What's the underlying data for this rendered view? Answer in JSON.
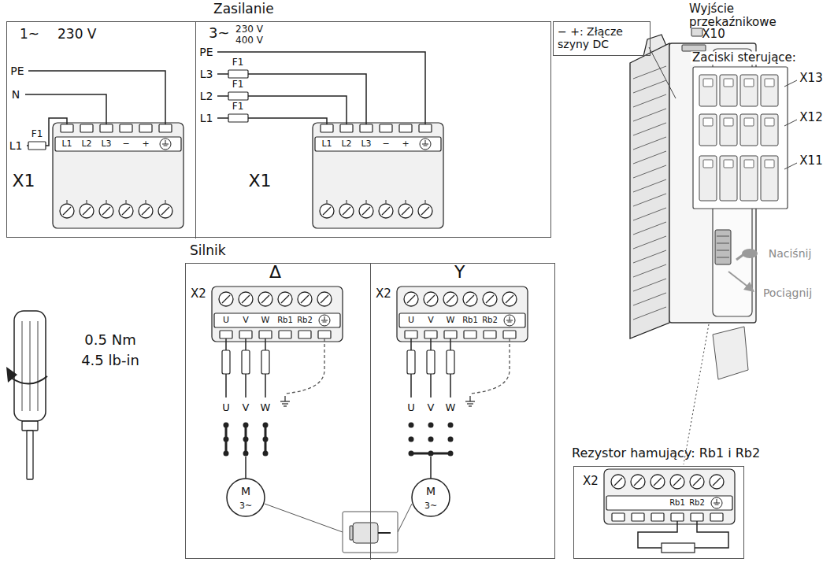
{
  "diagram": {
    "nodes": [
      {
        "text": [
          "Zasilanie"
        ]
      },
      {
        "text": [
          "1~",
          "230 V"
        ],
        "in": 0
      },
      {
        "text": [
          "3~",
          "230 V 400 V"
        ],
        "in": 0
      },
      {
        "text": [
          "− +: Złącze szyny DC"
        ]
      },
      {
        "text": [
          "Silnik"
        ]
      },
      {
        "text": [
          "Δ"
        ],
        "in": 4
      },
      {
        "text": [
          "Y"
        ],
        "in": 4
      },
      {
        "text": [
          "Rezystor hamujący: Rb1 i Rb2"
        ]
      }
    ],
    "labels": [
      "Wyjście przekaźnikowe",
      "X10",
      "Zaciski sterujące:",
      "X13",
      "X12",
      "X11",
      "Naciśnij",
      "Pociągnij",
      "0.5 Nm",
      "4.5 lb-in",
      "PE",
      "N",
      "L1",
      "F1",
      "X1",
      "L1",
      "L2",
      "L3",
      "−",
      "+",
      "PE",
      "L3",
      "F1",
      "L2",
      "F1",
      "L1",
      "F1",
      "X1",
      "L1",
      "L2",
      "L3",
      "−",
      "+",
      "X2",
      "U",
      "V",
      "W",
      "Rb1",
      "Rb2",
      "U",
      "V",
      "W",
      "M",
      "3~",
      "X2",
      "U",
      "V",
      "W",
      "Rb1",
      "Rb2",
      "U",
      "V",
      "W",
      "M",
      "3~",
      "X2",
      "Rb1",
      "Rb2"
    ]
  }
}
